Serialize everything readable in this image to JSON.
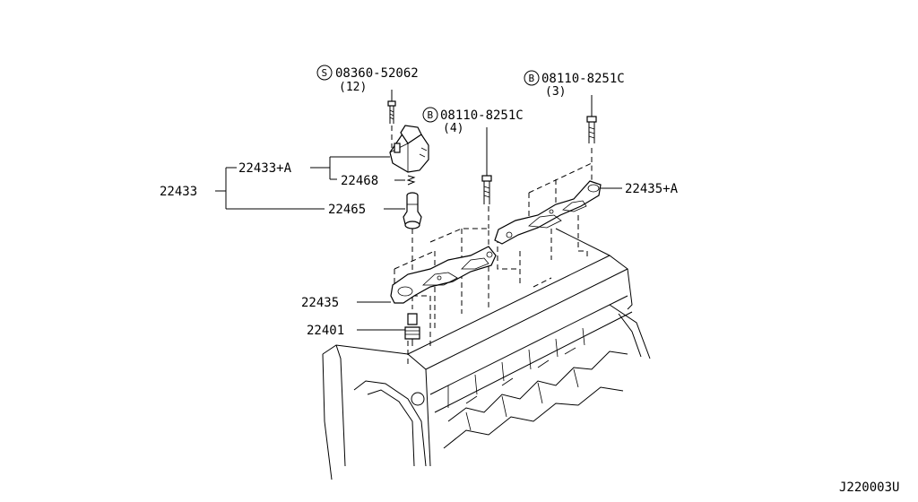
{
  "callouts": {
    "p22433": "22433",
    "p22433a": "22433+A",
    "p22468": "22468",
    "p22465": "22465",
    "p22435": "22435",
    "p22435a": "22435+A",
    "p22401": "22401"
  },
  "fasteners": {
    "screw": {
      "symbol": "S",
      "number": "08360-52062",
      "qty": "(12)"
    },
    "bolt1": {
      "symbol": "B",
      "number": "08110-8251C",
      "qty": "(4)"
    },
    "bolt2": {
      "symbol": "B",
      "number": "08110-8251C",
      "qty": "(3)"
    }
  },
  "diagram_code": "J220003U"
}
